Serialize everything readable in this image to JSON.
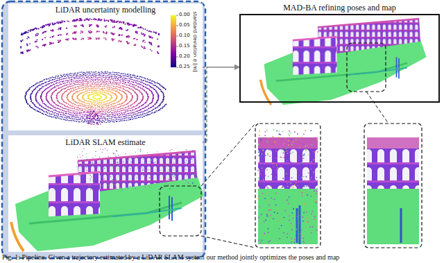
{
  "diagram": {
    "caption": "Fig. 1: Pipeline. Given a trajectory estimated by a LiDAR SLAM system our method jointly optimizes the poses and map",
    "nodes": [
      {
        "text": [
          "LiDAR uncertainty modelling"
        ]
      },
      {
        "text": [
          "LiDAR SLAM estimate"
        ]
      },
      {
        "text": [
          "MAD-BA refining poses and map"
        ]
      }
    ],
    "edges": [
      {
        "from": 0,
        "to": 2,
        "arrow": "to"
      },
      {
        "from": 1,
        "to": 2,
        "arrow": "to"
      }
    ],
    "labels": [
      "0.00",
      "0.05",
      "0.10",
      "0.15",
      "0.20",
      "0.25",
      "standard deviation σ [m]"
    ]
  }
}
